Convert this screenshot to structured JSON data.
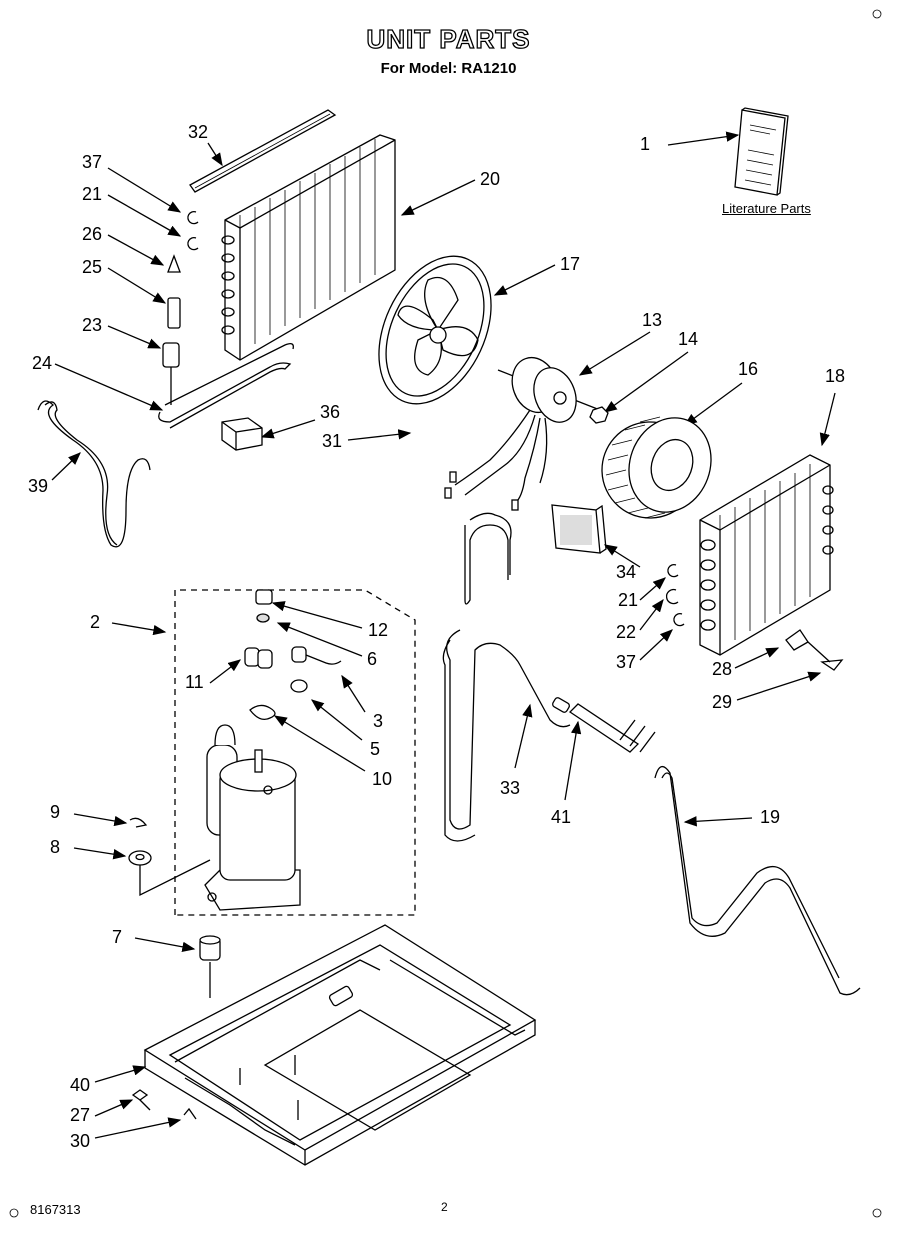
{
  "header": {
    "title": "UNIT PARTS",
    "subtitle": "For Model: RA1210"
  },
  "literature_label": "Literature Parts",
  "footer": {
    "doc_number": "8167313",
    "page": "2"
  },
  "callouts": [
    "1",
    "2",
    "3",
    "5",
    "6",
    "7",
    "8",
    "9",
    "10",
    "11",
    "12",
    "13",
    "14",
    "16",
    "17",
    "18",
    "19",
    "20",
    "21",
    "21",
    "22",
    "23",
    "24",
    "25",
    "26",
    "27",
    "28",
    "29",
    "30",
    "31",
    "32",
    "33",
    "34",
    "36",
    "37",
    "37",
    "39",
    "40",
    "41"
  ]
}
